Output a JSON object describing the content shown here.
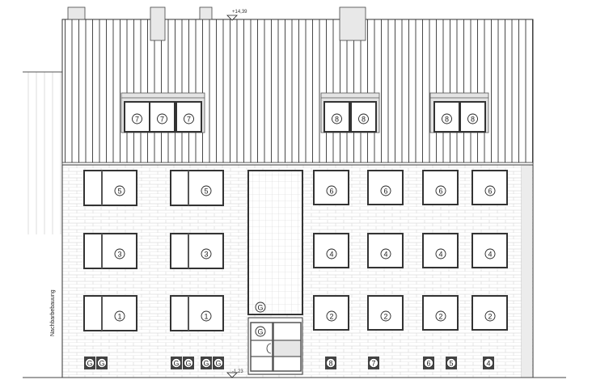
{
  "elevation_marks": {
    "top": "+14,39",
    "bottom": "-1,23"
  },
  "neighbor_label": "Nachbarbebauung",
  "dormers": [
    {
      "windows": [
        "7",
        "7",
        "7"
      ]
    },
    {
      "windows": [
        "8",
        "8"
      ]
    },
    {
      "windows": [
        "8",
        "8"
      ]
    }
  ],
  "left_windows": {
    "rows": [
      [
        "5",
        "5"
      ],
      [
        "3",
        "3"
      ],
      [
        "1",
        "1"
      ]
    ]
  },
  "right_windows": {
    "rows": [
      [
        "6",
        "6",
        "6",
        "6"
      ],
      [
        "4",
        "4",
        "4",
        "4"
      ],
      [
        "2",
        "2",
        "2",
        "2"
      ]
    ]
  },
  "stair_window_label": "G",
  "door_label": "G",
  "basement_vents": [
    "G",
    "G",
    "G",
    "G",
    "G",
    "G",
    "8",
    "7",
    "6",
    "5",
    "4"
  ],
  "colors": {
    "line": "#222222",
    "chimney": "#e8e8e8",
    "brick": "#d9d9d9",
    "vent": "#444444"
  }
}
